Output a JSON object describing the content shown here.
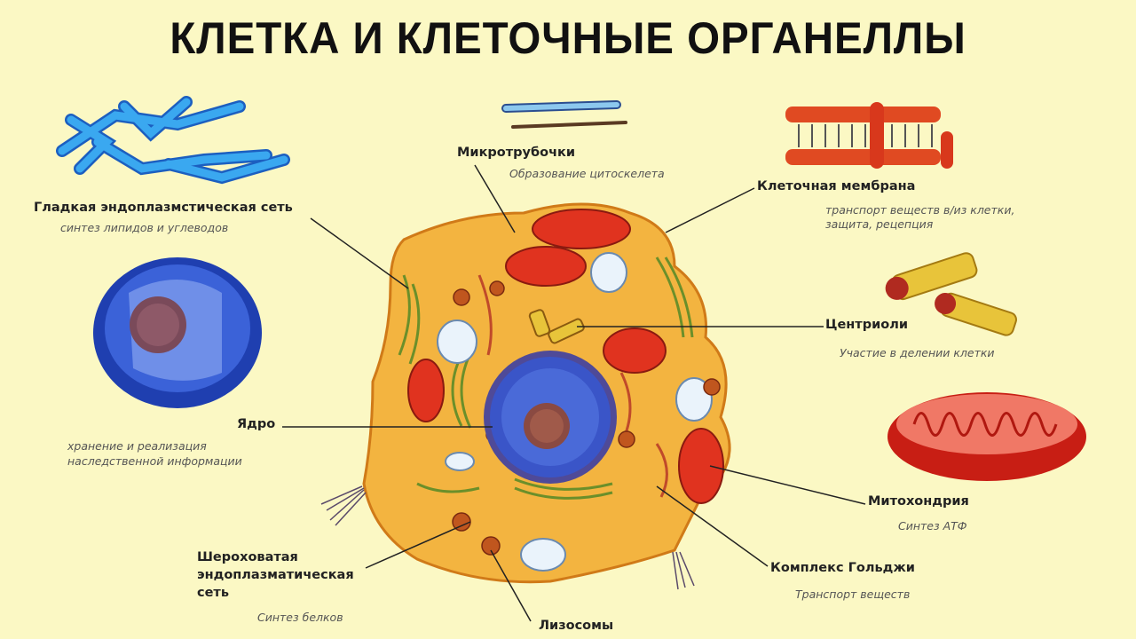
{
  "title": "КЛЕТКА И КЛЕТОЧНЫЕ ОРГАНЕЛЛЫ",
  "colors": {
    "background": "#fbf8c4",
    "cytoplasm": "#f3b440",
    "nucleus": "#3a55c8",
    "mitochondria": "#e0331f",
    "er_blue": "#2a8fe0",
    "centriole": "#e8c43a"
  },
  "labels": {
    "microtubules": {
      "name": "Микротрубочки",
      "function": "Образование цитоскелета"
    },
    "membrane": {
      "name": "Клеточная мембрана",
      "function_line1": "транспорт веществ в/из клетки,",
      "function_line2": "защита, рецепция"
    },
    "smooth_er": {
      "name": "Гладкая эндоплазмстическая сеть",
      "function": "синтез липидов и углеводов"
    },
    "centrioles": {
      "name": "Центриоли",
      "function": "Участие в делении клетки"
    },
    "nucleus": {
      "name": "Ядро",
      "function_line1": "хранение и реализация",
      "function_line2": "наследственной информации"
    },
    "mitochondria": {
      "name": "Митохондрия",
      "function": "Синтез АТФ"
    },
    "rough_er": {
      "name_line1": "Шероховатая",
      "name_line2": "эндоплазматическая",
      "name_line3": "сеть",
      "function": "Синтез белков"
    },
    "golgi": {
      "name": "Комплекс Гольджи",
      "function": "Транспорт веществ"
    },
    "lysosomes": {
      "name": "Лизосомы"
    }
  }
}
